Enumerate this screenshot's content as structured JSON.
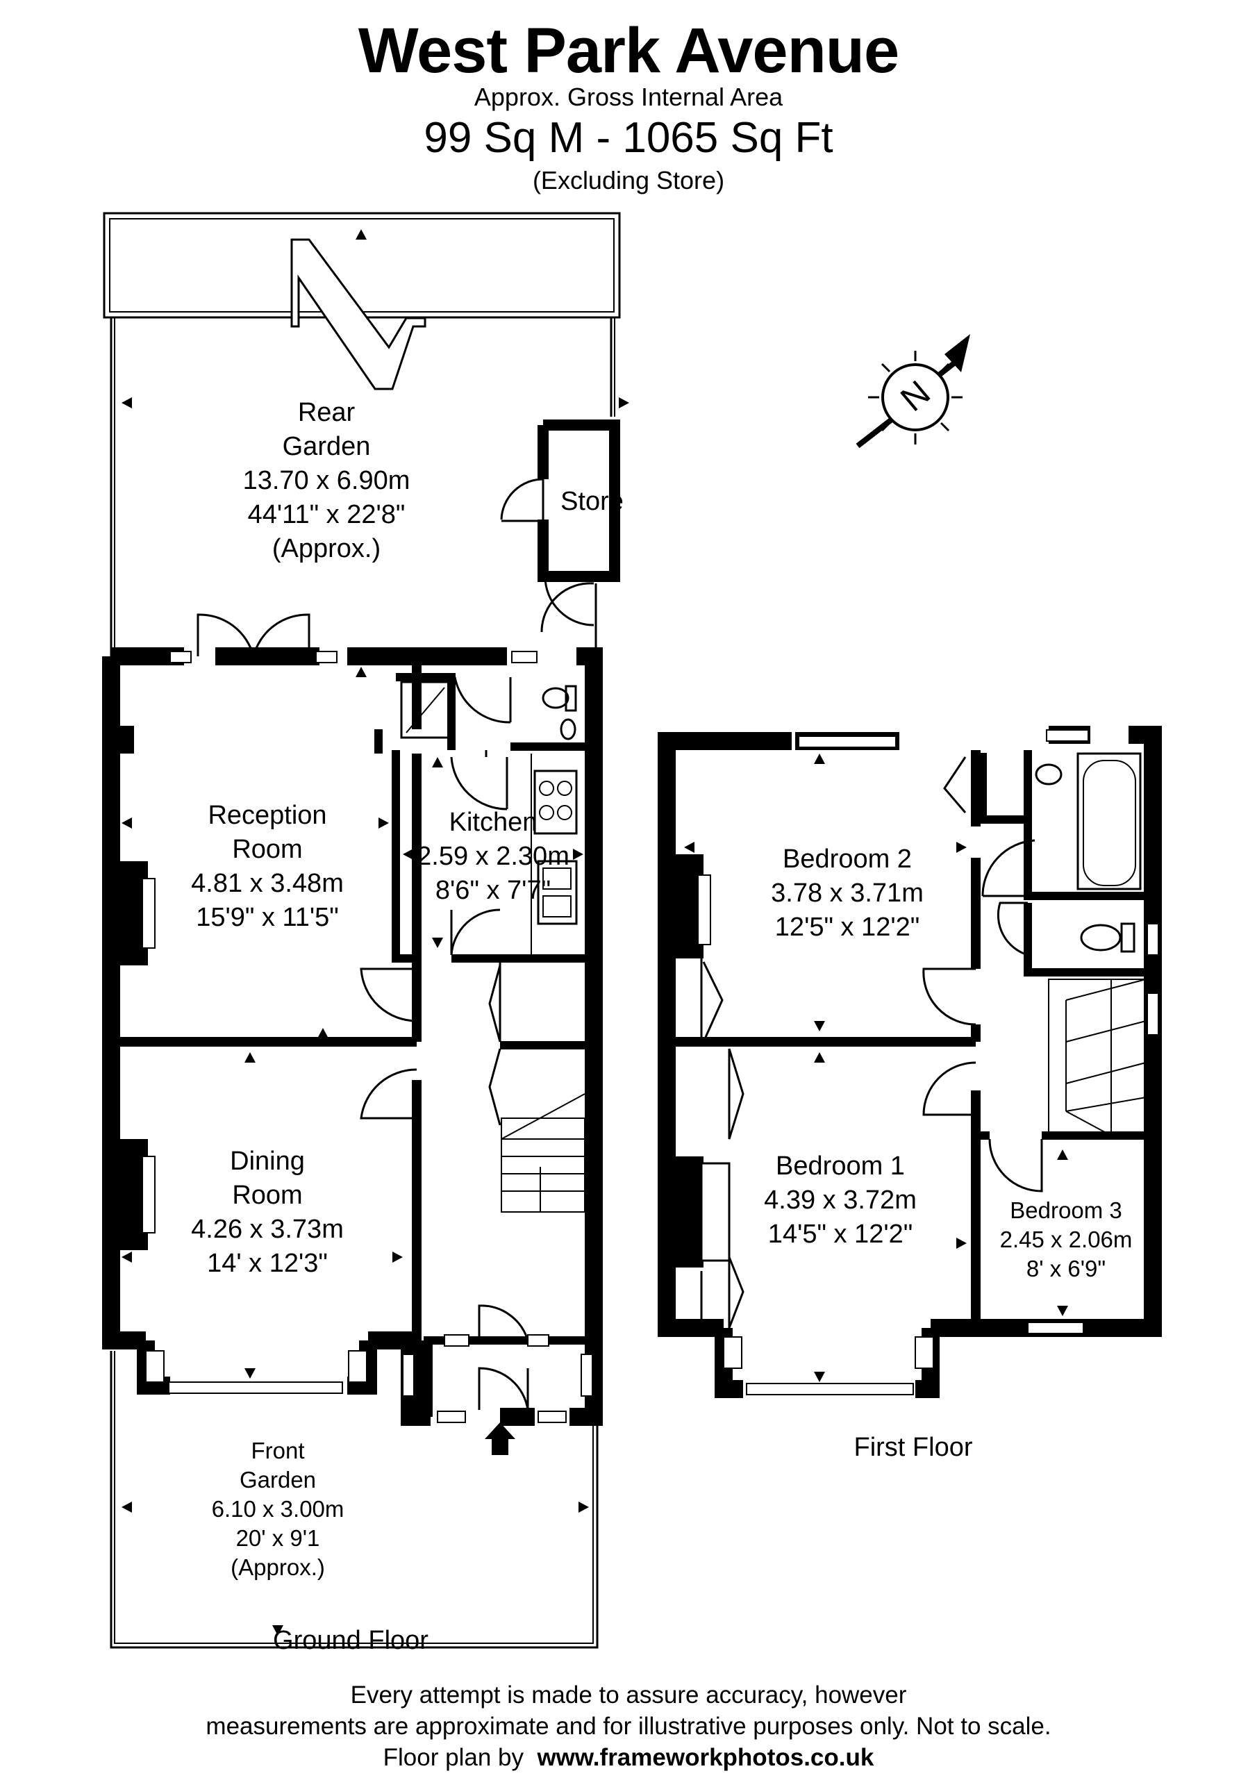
{
  "header": {
    "title": "West Park Avenue",
    "area_label": "Approx. Gross Internal Area",
    "area": "99 Sq M - 1065 Sq Ft",
    "note": "(Excluding Store)"
  },
  "ground_floor": {
    "label": "Ground Floor",
    "rooms": [
      {
        "lines": [
          "Rear",
          "Garden",
          "13.70 x 6.90m",
          "44'11\" x 22'8\"",
          "(Approx.)"
        ]
      },
      {
        "lines": [
          "Store"
        ]
      },
      {
        "lines": [
          "Reception",
          "Room",
          "4.81 x 3.48m",
          "15'9\" x 11'5\""
        ]
      },
      {
        "lines": [
          "Kitchen",
          "2.59 x 2.30m",
          "8'6\" x 7'7\""
        ]
      },
      {
        "lines": [
          "Dining",
          "Room",
          "4.26 x 3.73m",
          "14' x 12'3\""
        ]
      },
      {
        "lines": [
          "Front",
          "Garden",
          "6.10 x 3.00m",
          "20' x 9'1",
          "(Approx.)"
        ]
      }
    ]
  },
  "first_floor": {
    "label": "First Floor",
    "rooms": [
      {
        "lines": [
          "Bedroom 2",
          "3.78 x 3.71m",
          "12'5\" x 12'2\""
        ]
      },
      {
        "lines": [
          "Bedroom 1",
          "4.39 x 3.72m",
          "14'5\" x 12'2\""
        ]
      },
      {
        "lines": [
          "Bedroom 3",
          "2.45 x 2.06m",
          "8' x 6'9\""
        ]
      }
    ]
  },
  "compass": {
    "letter": "N"
  },
  "footer": {
    "line1": "Every attempt is made to assure accuracy, however",
    "line2": "measurements are approximate and for illustrative purposes only. Not to scale.",
    "line3_prefix": "Floor plan by",
    "line3_url": "www.frameworkphotos.co.uk"
  }
}
